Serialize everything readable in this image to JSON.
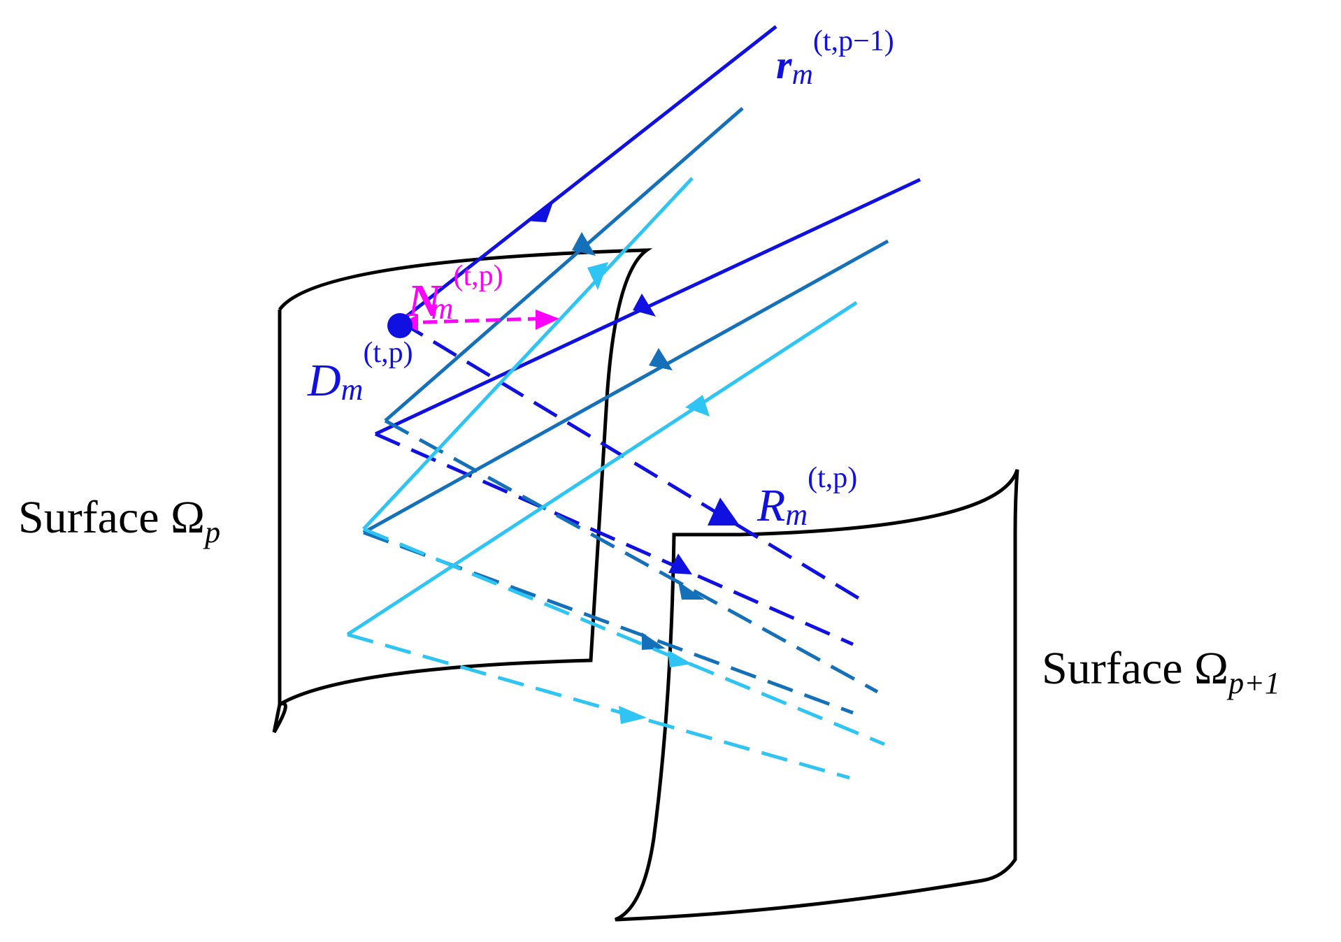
{
  "colors": {
    "surface": "#000000",
    "ray_dark": "#1010e0",
    "ray_mid": "#1470b8",
    "ray_light": "#2ec4f4",
    "normal": "#ff00ff",
    "point": "#1010e0"
  },
  "labels": {
    "incident": {
      "main": "r",
      "sub": "m",
      "sup": "(t,p−1)"
    },
    "normal": {
      "main": "N",
      "sub": "m",
      "sup": "(t,p)"
    },
    "point": {
      "main": "D",
      "sub": "m",
      "sup": "(t,p)"
    },
    "reflected": {
      "main": "R",
      "sub": "m",
      "sup": "(t,p)"
    },
    "surface_p": {
      "text": "Surface Ω",
      "sub": "p"
    },
    "surface_p1": {
      "text": "Surface Ω",
      "sub": "p+1"
    }
  }
}
